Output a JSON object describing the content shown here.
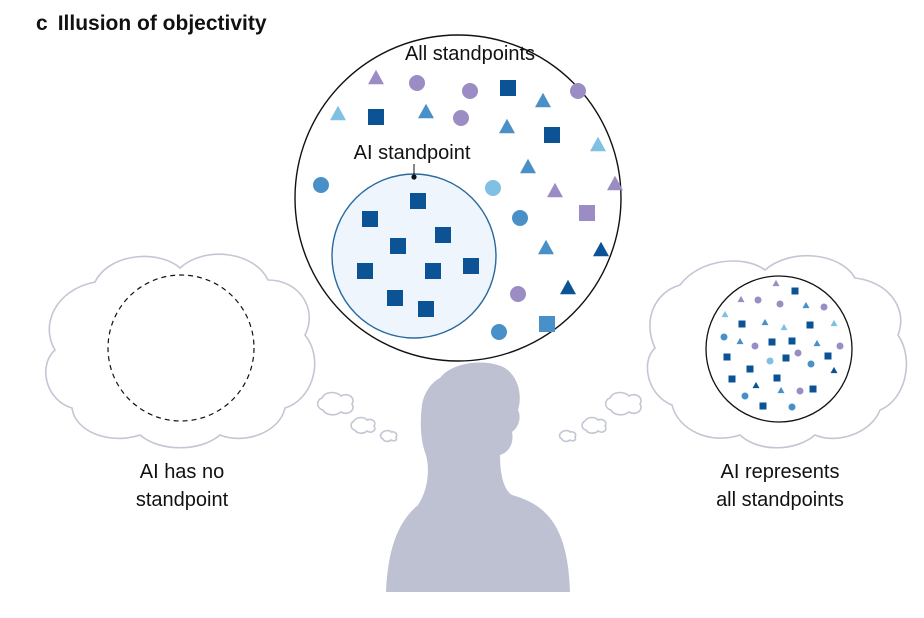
{
  "heading": {
    "letter": "c",
    "title": "Illusion of objectivity"
  },
  "labels": {
    "all_standpoints": "All standpoints",
    "ai_standpoint": "AI standpoint",
    "left_caption_line1": "AI has no",
    "left_caption_line2": "standpoint",
    "right_caption_line1": "AI represents",
    "right_caption_line2": "all standpoints"
  },
  "colors": {
    "dark_blue": "#0b5394",
    "mid_blue": "#4a90c8",
    "light_blue": "#7fc0e3",
    "purple": "#9b8dc4",
    "cloud_stroke": "#c3c6d4",
    "person_fill": "#bdc1d2",
    "ai_circle_fill": "#eef5fc",
    "ai_circle_stroke": "#2a6aa0"
  },
  "icons": [
    "square",
    "circle",
    "triangle",
    "dashed-circle",
    "thought-cloud",
    "person-silhouette"
  ]
}
